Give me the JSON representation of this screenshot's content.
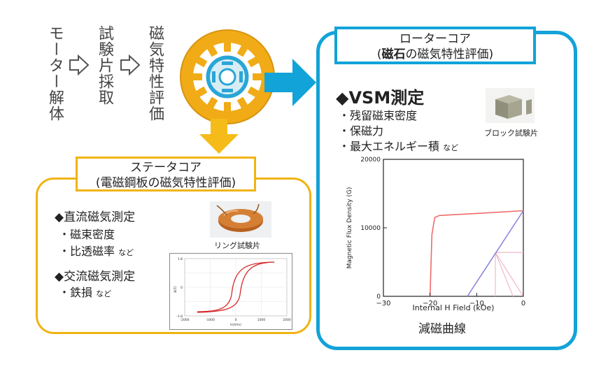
{
  "flow": {
    "step1": "モーター解体",
    "step2": "試験片採取",
    "step3": "磁気特性評価"
  },
  "stator": {
    "title_line1": "ステータコア",
    "title_line2": "(電磁鋼板の磁気特性評価)",
    "dc_heading": "◆直流磁気測定",
    "dc_items": [
      "・磁束密度",
      "・比透磁率"
    ],
    "dc_suffix": "など",
    "ac_heading": "◆交流磁気測定",
    "ac_item": "・鉄損",
    "ac_suffix": "など",
    "photo_caption": "リング試験片",
    "inset_plot": {
      "ylabel": "B(T)",
      "xlabel": "H(A/m)",
      "yticks": [
        "1.8",
        "0",
        "-1.8"
      ],
      "xticks": [
        "-2000",
        "-1000",
        "0",
        "1000",
        "2000"
      ]
    }
  },
  "rotor": {
    "title_line1": "ローターコア",
    "title_paren_open": "(",
    "title_bold": "磁石",
    "title_rest": "の磁気特性評価)",
    "vsm_heading": "◆VSM測定",
    "items": [
      "・残留磁束密度",
      "・保磁力",
      "・最大エネルギー積"
    ],
    "items_suffix": "など",
    "photo_caption": "ブロック試験片",
    "chart_caption": "減磁曲線"
  },
  "chart_data": {
    "type": "line",
    "xlabel": "Internal H Field (kOe)",
    "ylabel": "Magnetic Flux Density (G)",
    "xlim": [
      -30,
      0
    ],
    "ylim": [
      0,
      20000
    ],
    "xticks": [
      -30,
      -20,
      -10,
      0
    ],
    "yticks": [
      0,
      10000,
      20000
    ],
    "series": [
      {
        "x": [
          -20,
          -19.6,
          -19,
          -18,
          -10,
          0
        ],
        "y": [
          0,
          9000,
          11500,
          11800,
          12100,
          12500
        ],
        "color": "#ef6a6a"
      },
      {
        "x": [
          -12,
          0
        ],
        "y": [
          0,
          12500
        ],
        "color": "#8b86dc"
      }
    ],
    "guides": [
      {
        "x": [
          -6,
          -6
        ],
        "y": [
          0,
          6400
        ],
        "color": "#f4b8c8"
      },
      {
        "x": [
          -6,
          0
        ],
        "y": [
          6400,
          6400
        ],
        "color": "#f4b8c8"
      },
      {
        "x": [
          -6,
          -2.2
        ],
        "y": [
          6400,
          0
        ],
        "color": "#f4b8c8"
      },
      {
        "x": [
          -6,
          0
        ],
        "y": [
          6400,
          0.5
        ],
        "color": "#f4b8c8"
      }
    ]
  },
  "colors": {
    "yellow": "#f1b311",
    "blue": "#12a3d8",
    "motor_outer": "#f0ab16",
    "motor_rotor": "#2aa6d6"
  }
}
